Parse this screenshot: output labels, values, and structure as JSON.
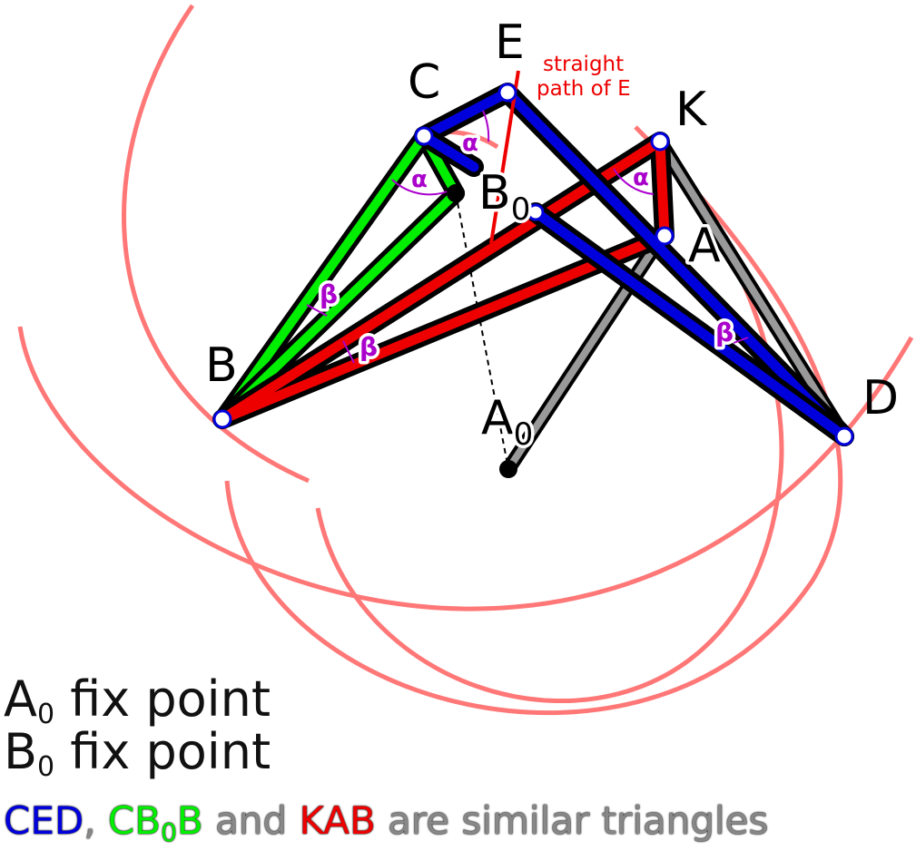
{
  "points": {
    "A0": {
      "name": "A",
      "sub": "0"
    },
    "B0": {
      "name": "B",
      "sub": "0"
    },
    "A": {
      "name": "A"
    },
    "B": {
      "name": "B"
    },
    "C": {
      "name": "C"
    },
    "D": {
      "name": "D"
    },
    "E": {
      "name": "E"
    },
    "K": {
      "name": "K"
    }
  },
  "angles": {
    "alpha": "α",
    "beta": "β"
  },
  "annotation": {
    "line1": "straight",
    "line2": "path of E"
  },
  "legend": {
    "a0_name": "A",
    "a0_sub": "0",
    "a0_text": " fix point",
    "b0_name": "B",
    "b0_sub": "0",
    "b0_text": " fix point",
    "sim_ced": "CED",
    "sim_sep": ", ",
    "sim_cb": "CB",
    "sim_cb_sub": "0",
    "sim_cb_end": "B",
    "sim_and": " and ",
    "sim_kab": "KAB",
    "sim_end": " are similar triangles"
  },
  "colors": {
    "ced": "#0000dd",
    "cb0b": "#00ee00",
    "kab": "#ee0000",
    "arc": "#ff7777",
    "angle_mark": "#aa00cc",
    "path_of_e": "#ee0000",
    "link_gray": "#999999"
  }
}
